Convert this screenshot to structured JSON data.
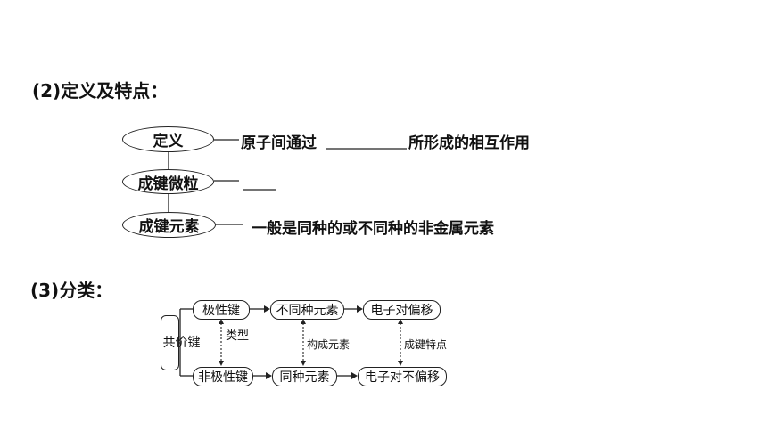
{
  "section2": {
    "heading": "(2)定义及特点：",
    "definition": {
      "label": "定义",
      "text_before": "原子间通过",
      "text_after": "所形成的相互作用"
    },
    "particles": {
      "label": "成键微粒"
    },
    "elements": {
      "label": "成键元素",
      "text": "一般是同种的或不同种的非金属元素"
    }
  },
  "section3": {
    "heading": "(3)分类：",
    "root": "共价键",
    "polar": {
      "label": "极性键",
      "elements": "不同种元素",
      "pair": "电子对偏移"
    },
    "nonpolar": {
      "label": "非极性键",
      "elements": "同种元素",
      "pair": "电子对不偏移"
    },
    "relations": {
      "type": "类型",
      "composition": "构成元素",
      "feature": "成键特点"
    }
  }
}
